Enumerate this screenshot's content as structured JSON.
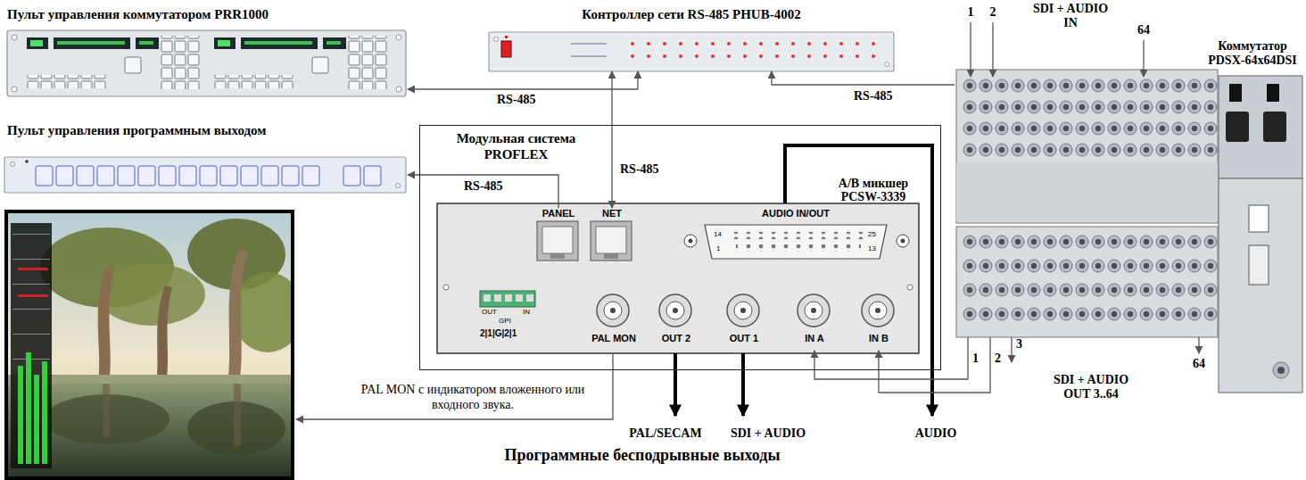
{
  "diagram": {
    "nodes": [
      {
        "text": [
          "Пульт управления коммутатором PRR1000"
        ]
      },
      {
        "text": [
          "Контроллер сети RS-485 PHUB-4002"
        ]
      },
      {
        "text": [
          "Пульт управления программным выходом"
        ]
      },
      {
        "text": [
          "Коммутатор PDSX-64x64DSI"
        ]
      },
      {
        "text": [
          "Модульная система PROFLEX"
        ]
      },
      {
        "text": [
          "A/B микшер PCSW-3339"
        ],
        "in": 4
      },
      {
        "text": [
          "PANEL"
        ],
        "in": 5
      },
      {
        "text": [
          "NET"
        ],
        "in": 5
      },
      {
        "text": [
          "AUDIO IN/OUT"
        ],
        "in": 5
      },
      {
        "text": [
          "PAL MON"
        ],
        "in": 5
      },
      {
        "text": [
          "OUT 2"
        ],
        "in": 5
      },
      {
        "text": [
          "OUT 1"
        ],
        "in": 5
      },
      {
        "text": [
          "IN A"
        ],
        "in": 5
      },
      {
        "text": [
          "IN B"
        ],
        "in": 5
      }
    ],
    "edges": [
      {
        "from": 0,
        "to": 1,
        "label": "RS-485",
        "arrow": "both"
      },
      {
        "from": 7,
        "to": 1,
        "label": "RS-485",
        "arrow": "both"
      },
      {
        "from": 3,
        "to": 1,
        "label": "RS-485",
        "arrow": "to"
      },
      {
        "from": 6,
        "to": 2,
        "label": "RS-485",
        "arrow": "to"
      },
      {
        "from": 3,
        "to": 12,
        "arrow": "to"
      },
      {
        "from": 3,
        "to": 13,
        "arrow": "to"
      }
    ],
    "labels": [
      "SDI + AUDIO IN",
      "1",
      "2",
      "64",
      "1",
      "2",
      "3",
      "64",
      "SDI + AUDIO OUT 3..64",
      "14",
      "25",
      "1",
      "13",
      "OUT",
      "IN",
      "GPI",
      "2|1|G|2|1",
      "PAL MON с индикатором вложенного или входного звука.",
      "PAL/SECAM",
      "SDI + AUDIO",
      "AUDIO",
      "Программные бесподрывные выходы"
    ]
  }
}
